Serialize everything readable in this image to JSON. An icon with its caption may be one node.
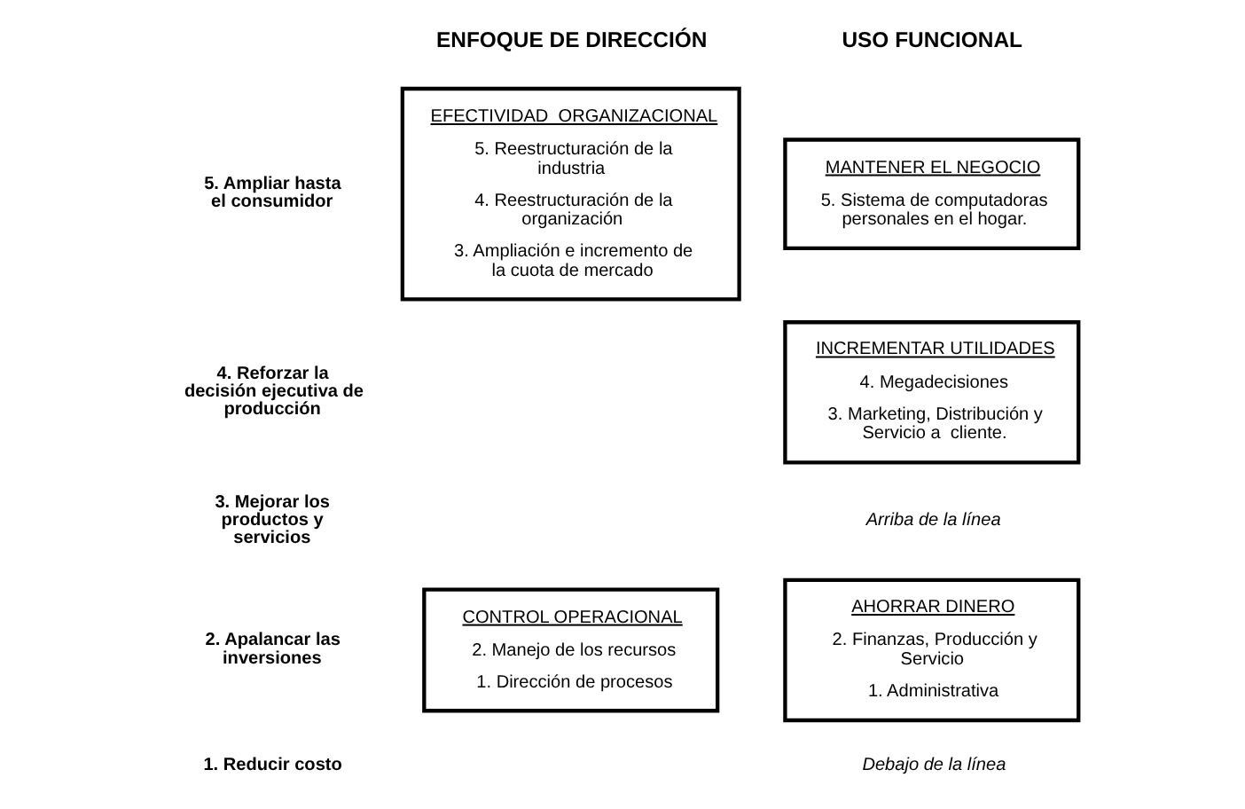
{
  "diagram": {
    "nodes": [
      {
        "text": [
          "MANTENER EL NEGOCIO",
          "5. Sistema de computadoras personales en el hogar."
        ]
      },
      {
        "text": [
          "INCREMENTAR UTILIDADES",
          "4. Megadecisiones",
          "3. Marketing, Distribución y Servicio a  cliente."
        ]
      },
      {
        "text": [
          "AHORRAR DINERO",
          "2. Finanzas, Producción y Servicio",
          "1. Administrativa"
        ]
      },
      {
        "text": [
          "EFECTIVIDAD  ORGANIZACIONAL",
          "5. Reestructuración de la industria",
          "4. Reestructuración de la organización",
          "3. Ampliación e incremento de la cuota de mercado"
        ]
      },
      {
        "text": [
          "CONTROL OPERACIONAL",
          "2. Manejo de los recursos",
          "1. Dirección de procesos"
        ]
      }
    ],
    "labels": [
      "USO FUNCIONAL",
      "ENFOQUE DE DIRECCIÓN",
      "5. Ampliar hasta el consumidor",
      "4. Reforzar la decisión ejecutiva de producción",
      "3. Mejorar los productos y servicios",
      "Arriba de la línea",
      "Debajo de la línea",
      "2. Apalancar las inversiones",
      "1. Reducir costo"
    ]
  }
}
